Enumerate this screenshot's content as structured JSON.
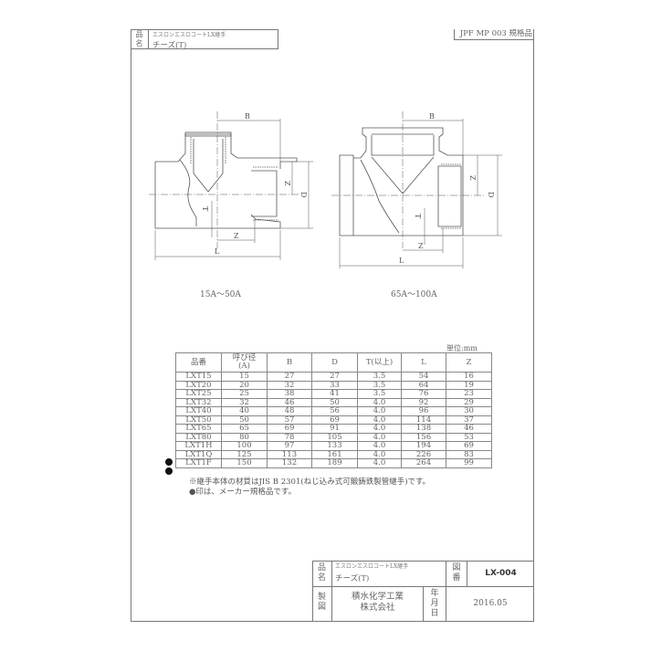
{
  "header": {
    "label_top": "品",
    "label_bottom": "名",
    "series": "エスロンエスロコートLX継手",
    "product": "チーズ(T)",
    "standard": "JPF MP 003 規格品"
  },
  "drawings": [
    {
      "caption": "15A〜50A",
      "dims": {
        "B": "B",
        "Z_side": "Z",
        "D": "D",
        "T": "T",
        "Z_bottom": "Z",
        "L": "L"
      }
    },
    {
      "caption": "65A〜100A",
      "dims": {
        "B": "B",
        "Z_side": "Z",
        "D": "D",
        "T": "T",
        "Z_bottom": "Z",
        "L": "L"
      }
    }
  ],
  "table": {
    "unit": "単位:mm",
    "headers": [
      "品番",
      "呼び径\n(A)",
      "B",
      "D",
      "T(以上)",
      "L",
      "Z"
    ],
    "header_line1": [
      "品番",
      "呼び径",
      "B",
      "D",
      "T(以上)",
      "L",
      "Z"
    ],
    "header_line2": [
      "",
      "(A)",
      "",
      "",
      "",
      "",
      ""
    ],
    "rows": [
      {
        "marked": false,
        "cells": [
          "LXT15",
          "15",
          "27",
          "27",
          "3.5",
          "54",
          "16"
        ]
      },
      {
        "marked": false,
        "cells": [
          "LXT20",
          "20",
          "32",
          "33",
          "3.5",
          "64",
          "19"
        ]
      },
      {
        "marked": false,
        "cells": [
          "LXT25",
          "25",
          "38",
          "41",
          "3.5",
          "76",
          "23"
        ]
      },
      {
        "marked": false,
        "cells": [
          "LXT32",
          "32",
          "46",
          "50",
          "4.0",
          "92",
          "29"
        ]
      },
      {
        "marked": false,
        "cells": [
          "LXT40",
          "40",
          "48",
          "56",
          "4.0",
          "96",
          "30"
        ]
      },
      {
        "marked": false,
        "cells": [
          "LXT50",
          "50",
          "57",
          "69",
          "4.0",
          "114",
          "37"
        ]
      },
      {
        "marked": false,
        "cells": [
          "LXT65",
          "65",
          "69",
          "91",
          "4.0",
          "138",
          "46"
        ]
      },
      {
        "marked": false,
        "cells": [
          "LXT80",
          "80",
          "78",
          "105",
          "4.0",
          "156",
          "53"
        ]
      },
      {
        "marked": false,
        "cells": [
          "LXT1H",
          "100",
          "97",
          "133",
          "4.0",
          "194",
          "69"
        ]
      },
      {
        "marked": true,
        "cells": [
          "LXT1Q",
          "125",
          "113",
          "161",
          "4.0",
          "226",
          "83"
        ]
      },
      {
        "marked": true,
        "cells": [
          "LXT1F",
          "150",
          "132",
          "189",
          "4.0",
          "264",
          "99"
        ]
      }
    ],
    "notes": [
      "※継手本体の材質はJIS B 2301(ねじ込み式可鍛鋳鉄製管継手)です。",
      "●印は、メーカー規格品です。"
    ]
  },
  "title_block": {
    "name_label_top": "品",
    "name_label_bottom": "名",
    "series": "エスロンエスロコートLX継手",
    "product": "チーズ(T)",
    "drawing_no_label_top": "図",
    "drawing_no_label_bottom": "番",
    "drawing_no": "LX-004",
    "maker_label_top": "製",
    "maker_label_bottom": "図",
    "company_line1": "積水化学工業",
    "company_line2": "株式会社",
    "date_label": [
      "年",
      "月",
      "日"
    ],
    "date": "2016.05"
  }
}
